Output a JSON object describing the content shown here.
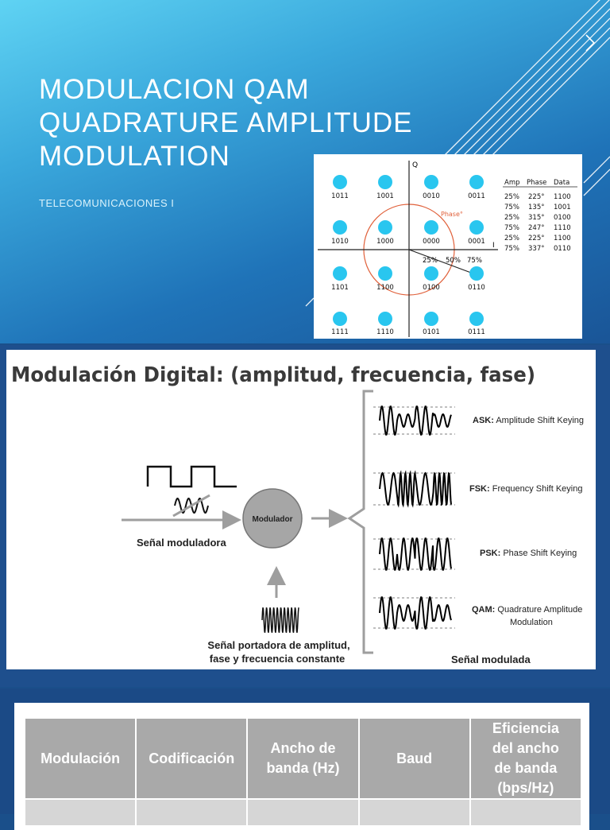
{
  "slide1": {
    "title_lines": [
      "Modulacion QAM",
      "Quadrature Amplitude",
      "Modulation"
    ],
    "subtitle": "Telecomunicaciones I",
    "constellation": {
      "axis_q": "Q",
      "axis_i": "I",
      "phase_label": "Phase°",
      "amplitude_labels": [
        "25%",
        "50%",
        "75%"
      ],
      "symbols": [
        [
          "1011",
          "1001",
          "0010",
          "0011"
        ],
        [
          "1010",
          "1000",
          "0000",
          "0001"
        ],
        [
          "1101",
          "1100",
          "0100",
          "0110"
        ],
        [
          "1111",
          "1110",
          "0101",
          "0111"
        ]
      ],
      "table_headers": [
        "Amp",
        "Phase",
        "Data"
      ],
      "table_rows": [
        [
          "25%",
          "225°",
          "1100"
        ],
        [
          "75%",
          "135°",
          "1001"
        ],
        [
          "25%",
          "315°",
          "0100"
        ],
        [
          "75%",
          "247°",
          "1110"
        ],
        [
          "25%",
          "225°",
          "1100"
        ],
        [
          "75%",
          "337°",
          "0110"
        ]
      ],
      "colors": {
        "point": "#29c6ef",
        "circle": "#e0603a",
        "axis": "#222222"
      }
    }
  },
  "slide2": {
    "title": "Modulación Digital: (amplitud, frecuencia, fase)",
    "modulator_label": "Modulador",
    "modulating_signal_label": "Señal moduladora",
    "carrier_label_lines": [
      "Señal portadora de amplitud,",
      "fase y frecuencia constante"
    ],
    "modulated_label": "Señal modulada",
    "schemes": [
      {
        "abbr": "ASK:",
        "name_lines": [
          "Amplitude Shift Keying"
        ]
      },
      {
        "abbr": "FSK:",
        "name_lines": [
          "Frequency Shift Keying"
        ]
      },
      {
        "abbr": "PSK:",
        "name_lines": [
          "Phase Shift Keying"
        ]
      },
      {
        "abbr": "QAM:",
        "name_lines": [
          "Quadrature Amplitude",
          "Modulation"
        ]
      }
    ],
    "colors": {
      "modulator": "#a6a6a6",
      "arrow": "#9e9e9e",
      "title": "#3a3a3a"
    }
  },
  "slide3": {
    "table_headers": [
      [
        "Modulación"
      ],
      [
        "Codificación"
      ],
      [
        "Ancho de",
        "banda (Hz)"
      ],
      [
        "Baud"
      ],
      [
        "Eficiencia",
        "del ancho",
        "de banda",
        "(bps/Hz)"
      ]
    ],
    "colors": {
      "header_bg": "#a9a9a9",
      "cell_bg": "#d6d6d6"
    }
  }
}
